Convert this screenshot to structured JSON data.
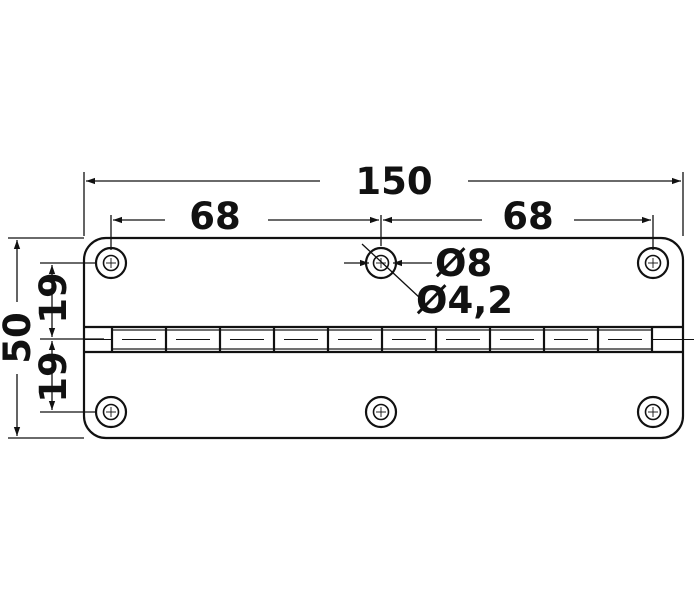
{
  "drawing": {
    "dimensions": {
      "overall_length": "150",
      "left_spacing": "68",
      "right_spacing": "68",
      "outer_diameter": "Ø8",
      "inner_diameter": "Ø4,2",
      "overall_width": "50",
      "upper_hole_offset": "19",
      "lower_hole_offset": "19"
    },
    "holes_per_row": 3,
    "knuckle_segments": 10
  }
}
